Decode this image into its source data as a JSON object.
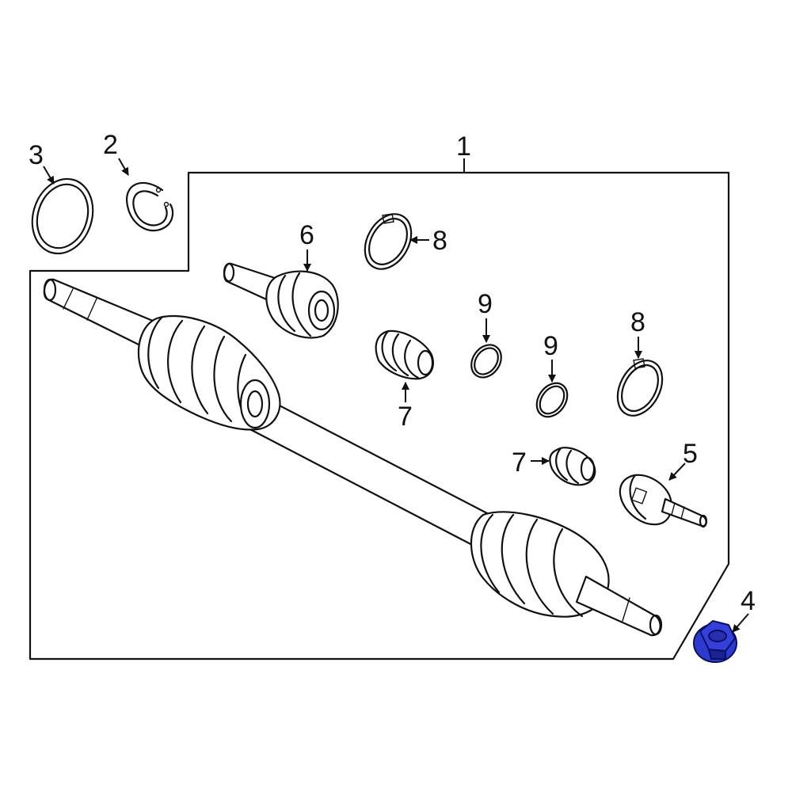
{
  "callouts": [
    {
      "id": "c1",
      "label": "1"
    },
    {
      "id": "c2",
      "label": "2"
    },
    {
      "id": "c3",
      "label": "3"
    },
    {
      "id": "c4",
      "label": "4"
    },
    {
      "id": "c5",
      "label": "5"
    },
    {
      "id": "c6",
      "label": "6"
    },
    {
      "id": "c7a",
      "label": "7"
    },
    {
      "id": "c7b",
      "label": "7"
    },
    {
      "id": "c8a",
      "label": "8"
    },
    {
      "id": "c8b",
      "label": "8"
    },
    {
      "id": "c9a",
      "label": "9"
    },
    {
      "id": "c9b",
      "label": "9"
    }
  ],
  "colors": {
    "line": "#111111",
    "highlight": "#2d3ad0",
    "highlight_dark": "#1a238f",
    "background": "#ffffff"
  }
}
